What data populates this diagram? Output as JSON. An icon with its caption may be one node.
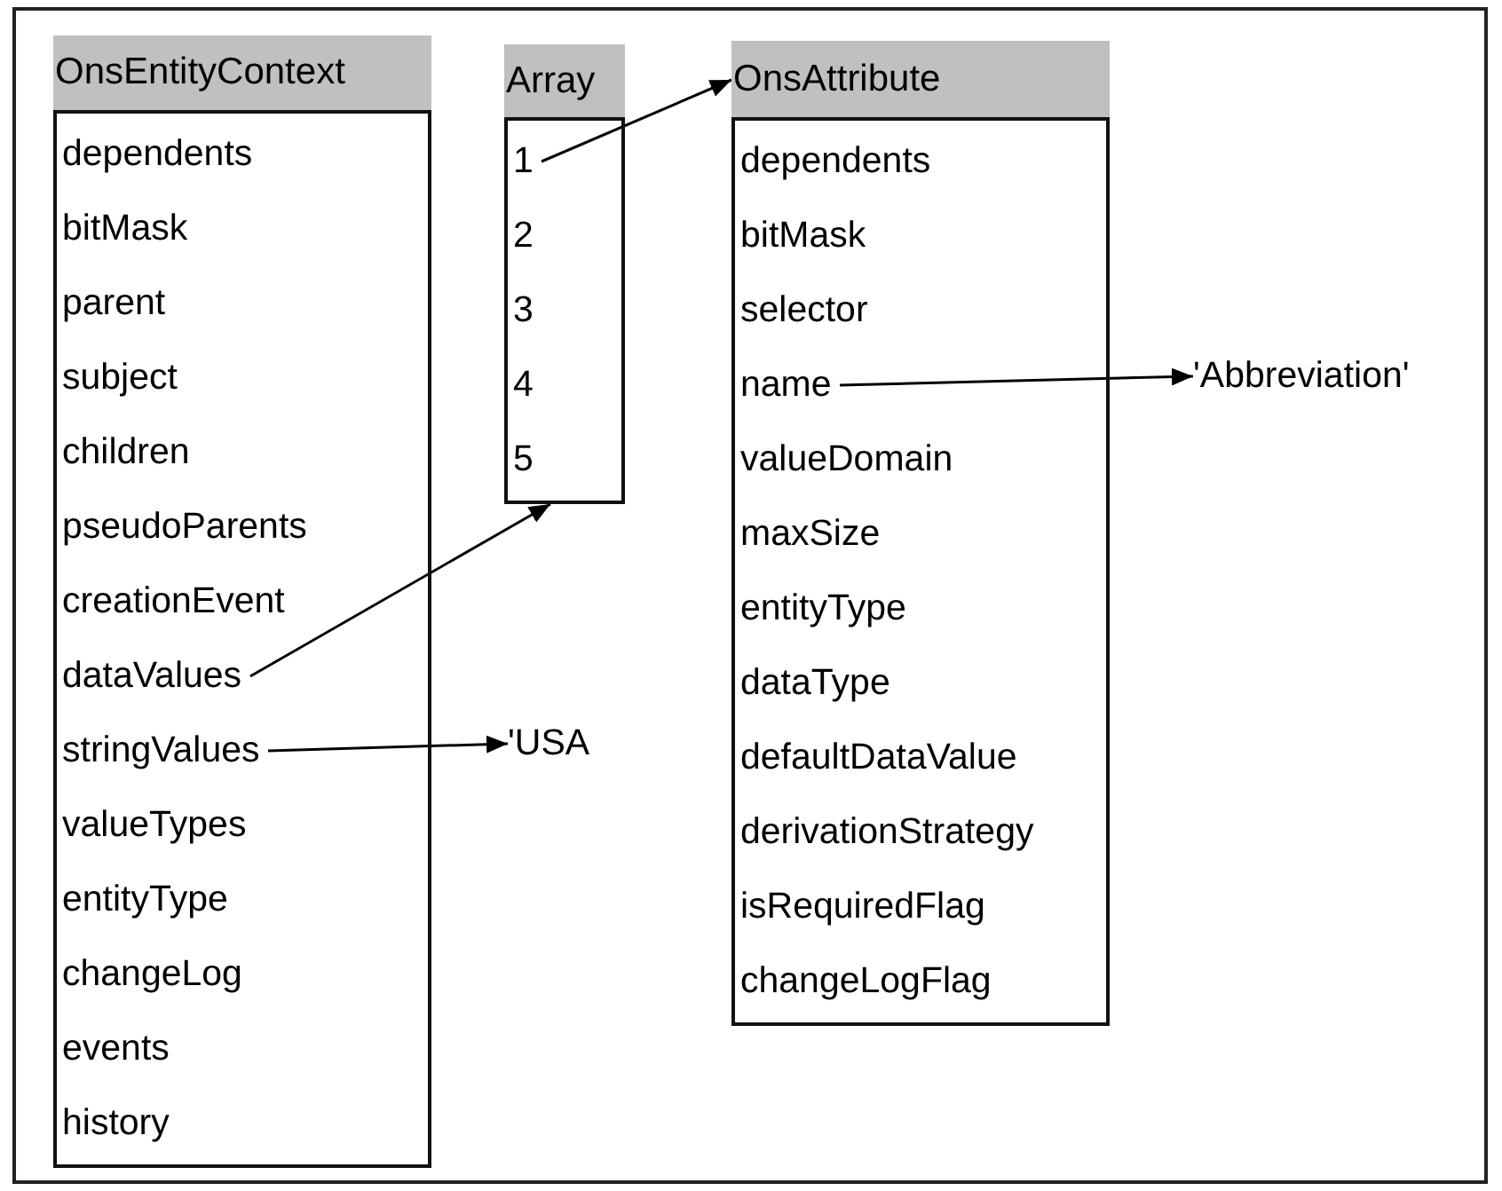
{
  "diagram": {
    "nodes": [
      {
        "text": [
          "OnsEntityContext"
        ]
      },
      {
        "text": [
          "dependents"
        ],
        "in": 0
      },
      {
        "text": [
          "bitMask"
        ],
        "in": 0
      },
      {
        "text": [
          "parent"
        ],
        "in": 0
      },
      {
        "text": [
          "subject"
        ],
        "in": 0
      },
      {
        "text": [
          "children"
        ],
        "in": 0
      },
      {
        "text": [
          "pseudoParents"
        ],
        "in": 0
      },
      {
        "text": [
          "creationEvent"
        ],
        "in": 0
      },
      {
        "text": [
          "dataValues"
        ],
        "in": 0
      },
      {
        "text": [
          "stringValues"
        ],
        "in": 0
      },
      {
        "text": [
          "valueTypes"
        ],
        "in": 0
      },
      {
        "text": [
          "entityType"
        ],
        "in": 0
      },
      {
        "text": [
          "changeLog"
        ],
        "in": 0
      },
      {
        "text": [
          "events"
        ],
        "in": 0
      },
      {
        "text": [
          "history"
        ],
        "in": 0
      },
      {
        "text": [
          "Array"
        ]
      },
      {
        "text": [
          "1"
        ],
        "in": 15
      },
      {
        "text": [
          "2"
        ],
        "in": 15
      },
      {
        "text": [
          "3"
        ],
        "in": 15
      },
      {
        "text": [
          "4"
        ],
        "in": 15
      },
      {
        "text": [
          "5"
        ],
        "in": 15
      },
      {
        "text": [
          "OnsAttribute"
        ]
      },
      {
        "text": [
          "dependents"
        ],
        "in": 21
      },
      {
        "text": [
          "bitMask"
        ],
        "in": 21
      },
      {
        "text": [
          "selector"
        ],
        "in": 21
      },
      {
        "text": [
          "name"
        ],
        "in": 21
      },
      {
        "text": [
          "valueDomain"
        ],
        "in": 21
      },
      {
        "text": [
          "maxSize"
        ],
        "in": 21
      },
      {
        "text": [
          "entityType"
        ],
        "in": 21
      },
      {
        "text": [
          "dataType"
        ],
        "in": 21
      },
      {
        "text": [
          "defaultDataValue"
        ],
        "in": 21
      },
      {
        "text": [
          "derivationStrategy"
        ],
        "in": 21
      },
      {
        "text": [
          "isRequiredFlag"
        ],
        "in": 21
      },
      {
        "text": [
          "changeLogFlag"
        ],
        "in": 21
      },
      {
        "text": [
          "'USA"
        ]
      },
      {
        "text": [
          "'Abbreviation'"
        ]
      }
    ],
    "edges": [
      {
        "from": 8,
        "to": 15,
        "arrow": "to"
      },
      {
        "from": 16,
        "to": 21,
        "arrow": "to"
      },
      {
        "from": 9,
        "to": 34,
        "arrow": "to"
      },
      {
        "from": 25,
        "to": 35,
        "arrow": "to"
      }
    ]
  }
}
